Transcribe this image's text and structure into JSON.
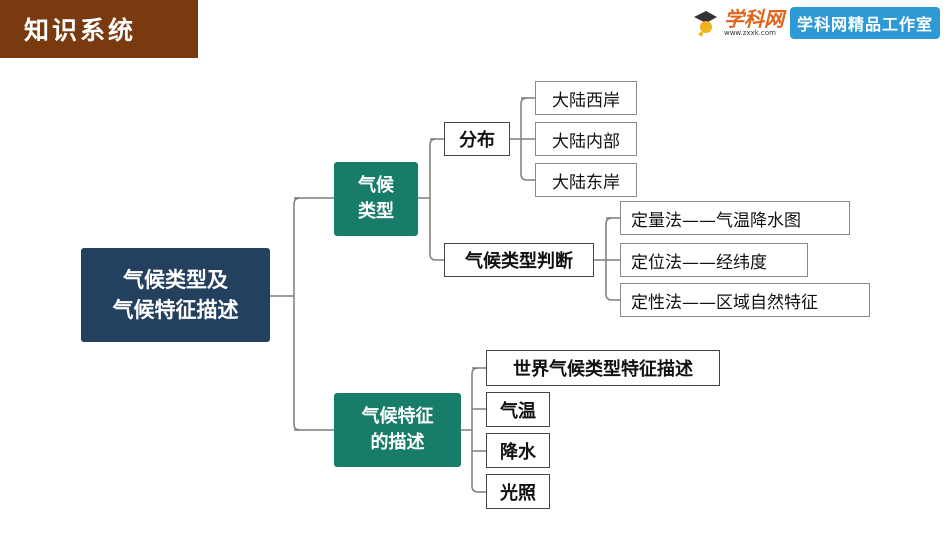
{
  "header": {
    "title": "知识系统"
  },
  "brand": {
    "logo_name": "学科网",
    "logo_url": "www.zxxk.com",
    "studio": "学科网精品工作室",
    "logo_icon": "scholar-hat-icon"
  },
  "diagram": {
    "root": {
      "line1": "气候类型及",
      "line2": "气候特征描述"
    },
    "climate_types": {
      "line1": "气候",
      "line2": "类型",
      "distribution": {
        "label": "分布",
        "items": [
          "大陆西岸",
          "大陆内部",
          "大陆东岸"
        ]
      },
      "judgement": {
        "label": "气候类型判断",
        "items": [
          "定量法——气温降水图",
          "定位法——经纬度",
          "定性法——区域自然特征"
        ]
      }
    },
    "climate_features": {
      "line1": "气候特征",
      "line2": "的描述",
      "items": [
        "世界气候类型特征描述",
        "气温",
        "降水",
        "光照"
      ]
    }
  }
}
